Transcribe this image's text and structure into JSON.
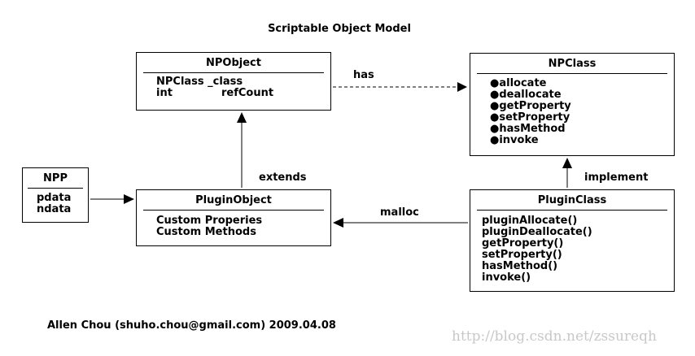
{
  "title": "Scriptable Object Model",
  "boxes": {
    "npobject": {
      "name": "NPObject",
      "rows": [
        [
          "NPClass _class",
          ""
        ],
        [
          "int",
          "refCount"
        ]
      ]
    },
    "npclass": {
      "name": "NPClass",
      "items": [
        "●allocate",
        "●deallocate",
        "●getProperty",
        "●setProperty",
        "●hasMethod",
        "●invoke"
      ]
    },
    "npp": {
      "name": "NPP",
      "items": [
        "pdata",
        "ndata"
      ]
    },
    "pluginobject": {
      "name": "PluginObject",
      "items": [
        "Custom Properies",
        "Custom Methods"
      ]
    },
    "pluginclass": {
      "name": "PluginClass",
      "items": [
        "pluginAllocate()",
        "pluginDeallocate()",
        "getProperty()",
        "setProperty()",
        "hasMethod()",
        "invoke()"
      ]
    }
  },
  "relations": {
    "has": "has",
    "extends": "extends",
    "implement": "implement",
    "malloc": "malloc"
  },
  "footer": "Allen Chou (shuho.chou@gmail.com) 2009.04.08",
  "watermark": "http://blog.csdn.net/zssureqh"
}
